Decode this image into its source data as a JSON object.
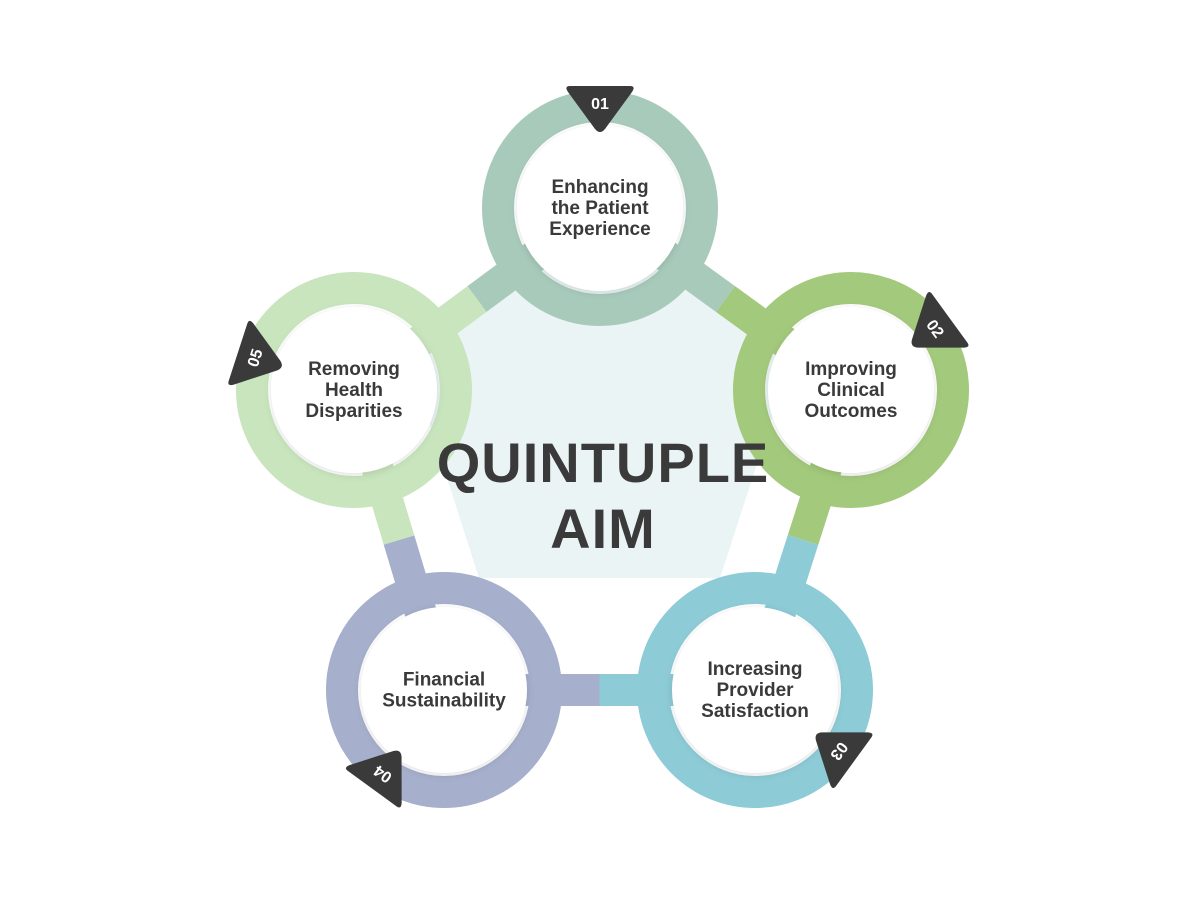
{
  "title": {
    "line1": "QUINTUPLE",
    "line2": "AIM"
  },
  "colors": {
    "center_fill": "#eaf4f5",
    "badge": "#3a3a3a",
    "text": "#3a3a3a"
  },
  "nodes": [
    {
      "number": "01",
      "lines": [
        "Enhancing",
        "the Patient",
        "Experience"
      ],
      "color": "#a8cabb"
    },
    {
      "number": "02",
      "lines": [
        "Improving",
        "Clinical",
        "Outcomes"
      ],
      "color": "#a3c97c"
    },
    {
      "number": "03",
      "lines": [
        "Increasing",
        "Provider",
        "Satisfaction"
      ],
      "color": "#8dcbd6"
    },
    {
      "number": "04",
      "lines": [
        "Financial",
        "Sustainability"
      ],
      "color": "#a6afcb"
    },
    {
      "number": "05",
      "lines": [
        "Removing",
        "Health",
        "Disparities"
      ],
      "color": "#c8e5bd"
    }
  ]
}
